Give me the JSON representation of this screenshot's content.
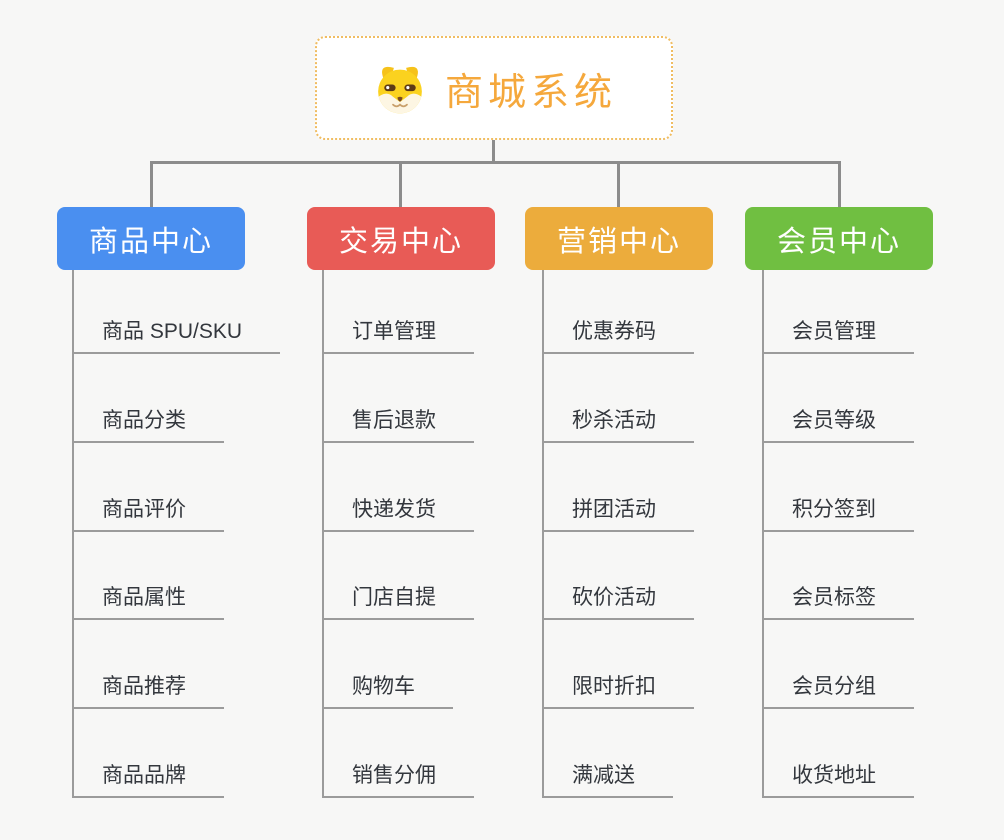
{
  "root": {
    "title": "商城系统",
    "icon": "dog-face-icon",
    "title_color": "#f5a83c",
    "border_color": "#f0bd62"
  },
  "colors": {
    "background": "#f7f7f6",
    "connector_gray": "#8c8c8c",
    "leaf_text": "#33373d"
  },
  "branches": [
    {
      "label": "商品中心",
      "color": "#4a8ff0",
      "items": [
        "商品 SPU/SKU",
        "商品分类",
        "商品评价",
        "商品属性",
        "商品推荐",
        "商品品牌"
      ]
    },
    {
      "label": "交易中心",
      "color": "#e85b56",
      "items": [
        "订单管理",
        "售后退款",
        "快递发货",
        "门店自提",
        "购物车",
        "销售分佣"
      ]
    },
    {
      "label": "营销中心",
      "color": "#ecac3c",
      "items": [
        "优惠券码",
        "秒杀活动",
        "拼团活动",
        "砍价活动",
        "限时折扣",
        "满减送"
      ]
    },
    {
      "label": "会员中心",
      "color": "#70bf41",
      "items": [
        "会员管理",
        "会员等级",
        "积分签到",
        "会员标签",
        "会员分组",
        "收货地址"
      ]
    }
  ]
}
